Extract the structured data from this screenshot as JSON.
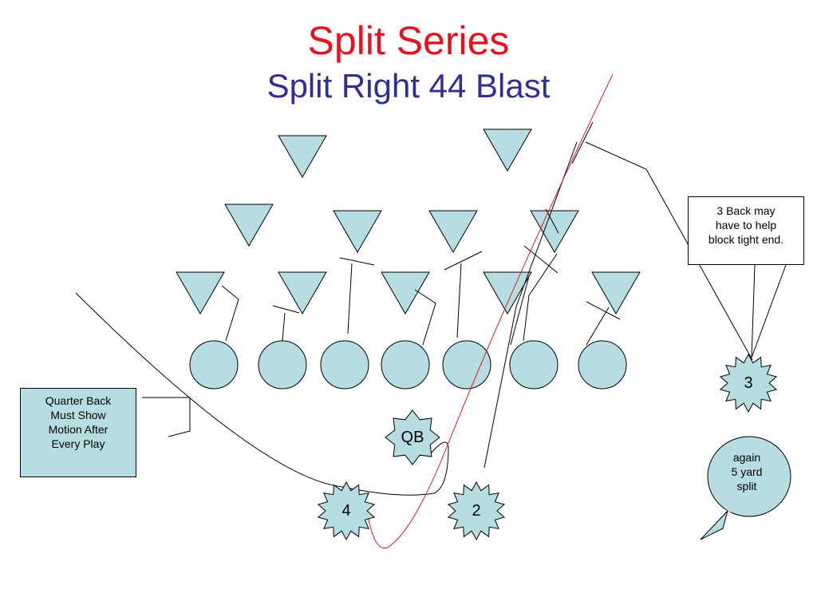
{
  "title": "Split Series",
  "subtitle": "Split Right 44 Blast",
  "players": {
    "qb": "QB",
    "back_4": "4",
    "back_2": "2",
    "back_3": "3"
  },
  "notes": {
    "qb_motion": [
      "Quarter Back",
      "Must Show",
      "Motion After",
      "Every Play"
    ],
    "back_3_help": [
      "3 Back may",
      "have to help",
      "block tight end."
    ],
    "split": [
      "again",
      "5 yard",
      "split"
    ]
  },
  "colors": {
    "title": "#e8121e",
    "subtitle": "#2e3192",
    "shape_fill": "#b6dde1",
    "ball_path": "#e01b1b",
    "route_line": "#000000"
  }
}
